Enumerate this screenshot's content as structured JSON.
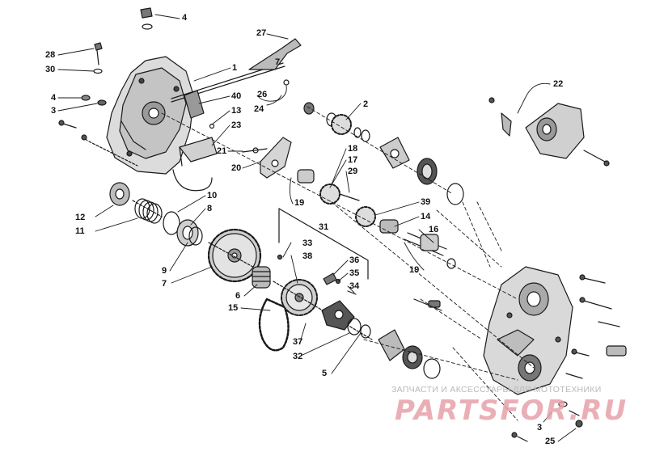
{
  "diagram": {
    "line_color": "#1a1a1a",
    "label_color": "#111111",
    "callouts": [
      {
        "id": "c4a",
        "text": "4"
      },
      {
        "id": "c28",
        "text": "28"
      },
      {
        "id": "c30",
        "text": "30"
      },
      {
        "id": "c4b",
        "text": "4"
      },
      {
        "id": "c3a",
        "text": "3"
      },
      {
        "id": "c1",
        "text": "1"
      },
      {
        "id": "c27",
        "text": "27"
      },
      {
        "id": "c7a",
        "text": "7"
      },
      {
        "id": "c26",
        "text": "26"
      },
      {
        "id": "c24",
        "text": "24"
      },
      {
        "id": "c40",
        "text": "40"
      },
      {
        "id": "c13",
        "text": "13"
      },
      {
        "id": "c23",
        "text": "23"
      },
      {
        "id": "c2",
        "text": "2"
      },
      {
        "id": "c22",
        "text": "22"
      },
      {
        "id": "c21",
        "text": "21"
      },
      {
        "id": "c20",
        "text": "20"
      },
      {
        "id": "c18",
        "text": "18"
      },
      {
        "id": "c17",
        "text": "17"
      },
      {
        "id": "c29",
        "text": "29"
      },
      {
        "id": "c19a",
        "text": "19"
      },
      {
        "id": "c10",
        "text": "10"
      },
      {
        "id": "c8",
        "text": "8"
      },
      {
        "id": "c12",
        "text": "12"
      },
      {
        "id": "c11",
        "text": "11"
      },
      {
        "id": "c39",
        "text": "39"
      },
      {
        "id": "c14",
        "text": "14"
      },
      {
        "id": "c31",
        "text": "31"
      },
      {
        "id": "c16",
        "text": "16"
      },
      {
        "id": "c9",
        "text": "9"
      },
      {
        "id": "c7b",
        "text": "7"
      },
      {
        "id": "c33",
        "text": "33"
      },
      {
        "id": "c38",
        "text": "38"
      },
      {
        "id": "c19b",
        "text": "19"
      },
      {
        "id": "c36",
        "text": "36"
      },
      {
        "id": "c35",
        "text": "35"
      },
      {
        "id": "c34",
        "text": "34"
      },
      {
        "id": "c6",
        "text": "6"
      },
      {
        "id": "c15",
        "text": "15"
      },
      {
        "id": "c37",
        "text": "37"
      },
      {
        "id": "c32",
        "text": "32"
      },
      {
        "id": "c5",
        "text": "5"
      },
      {
        "id": "c3b",
        "text": "3"
      },
      {
        "id": "c25",
        "text": "25"
      }
    ]
  },
  "watermark": {
    "tagline": "ЗАПЧАСТИ И АКСЕССУАРЫ ДЛЯ МОТОТЕХНИКИ",
    "logo": "PARTSFOR.RU",
    "color": "#e7a2aa"
  }
}
